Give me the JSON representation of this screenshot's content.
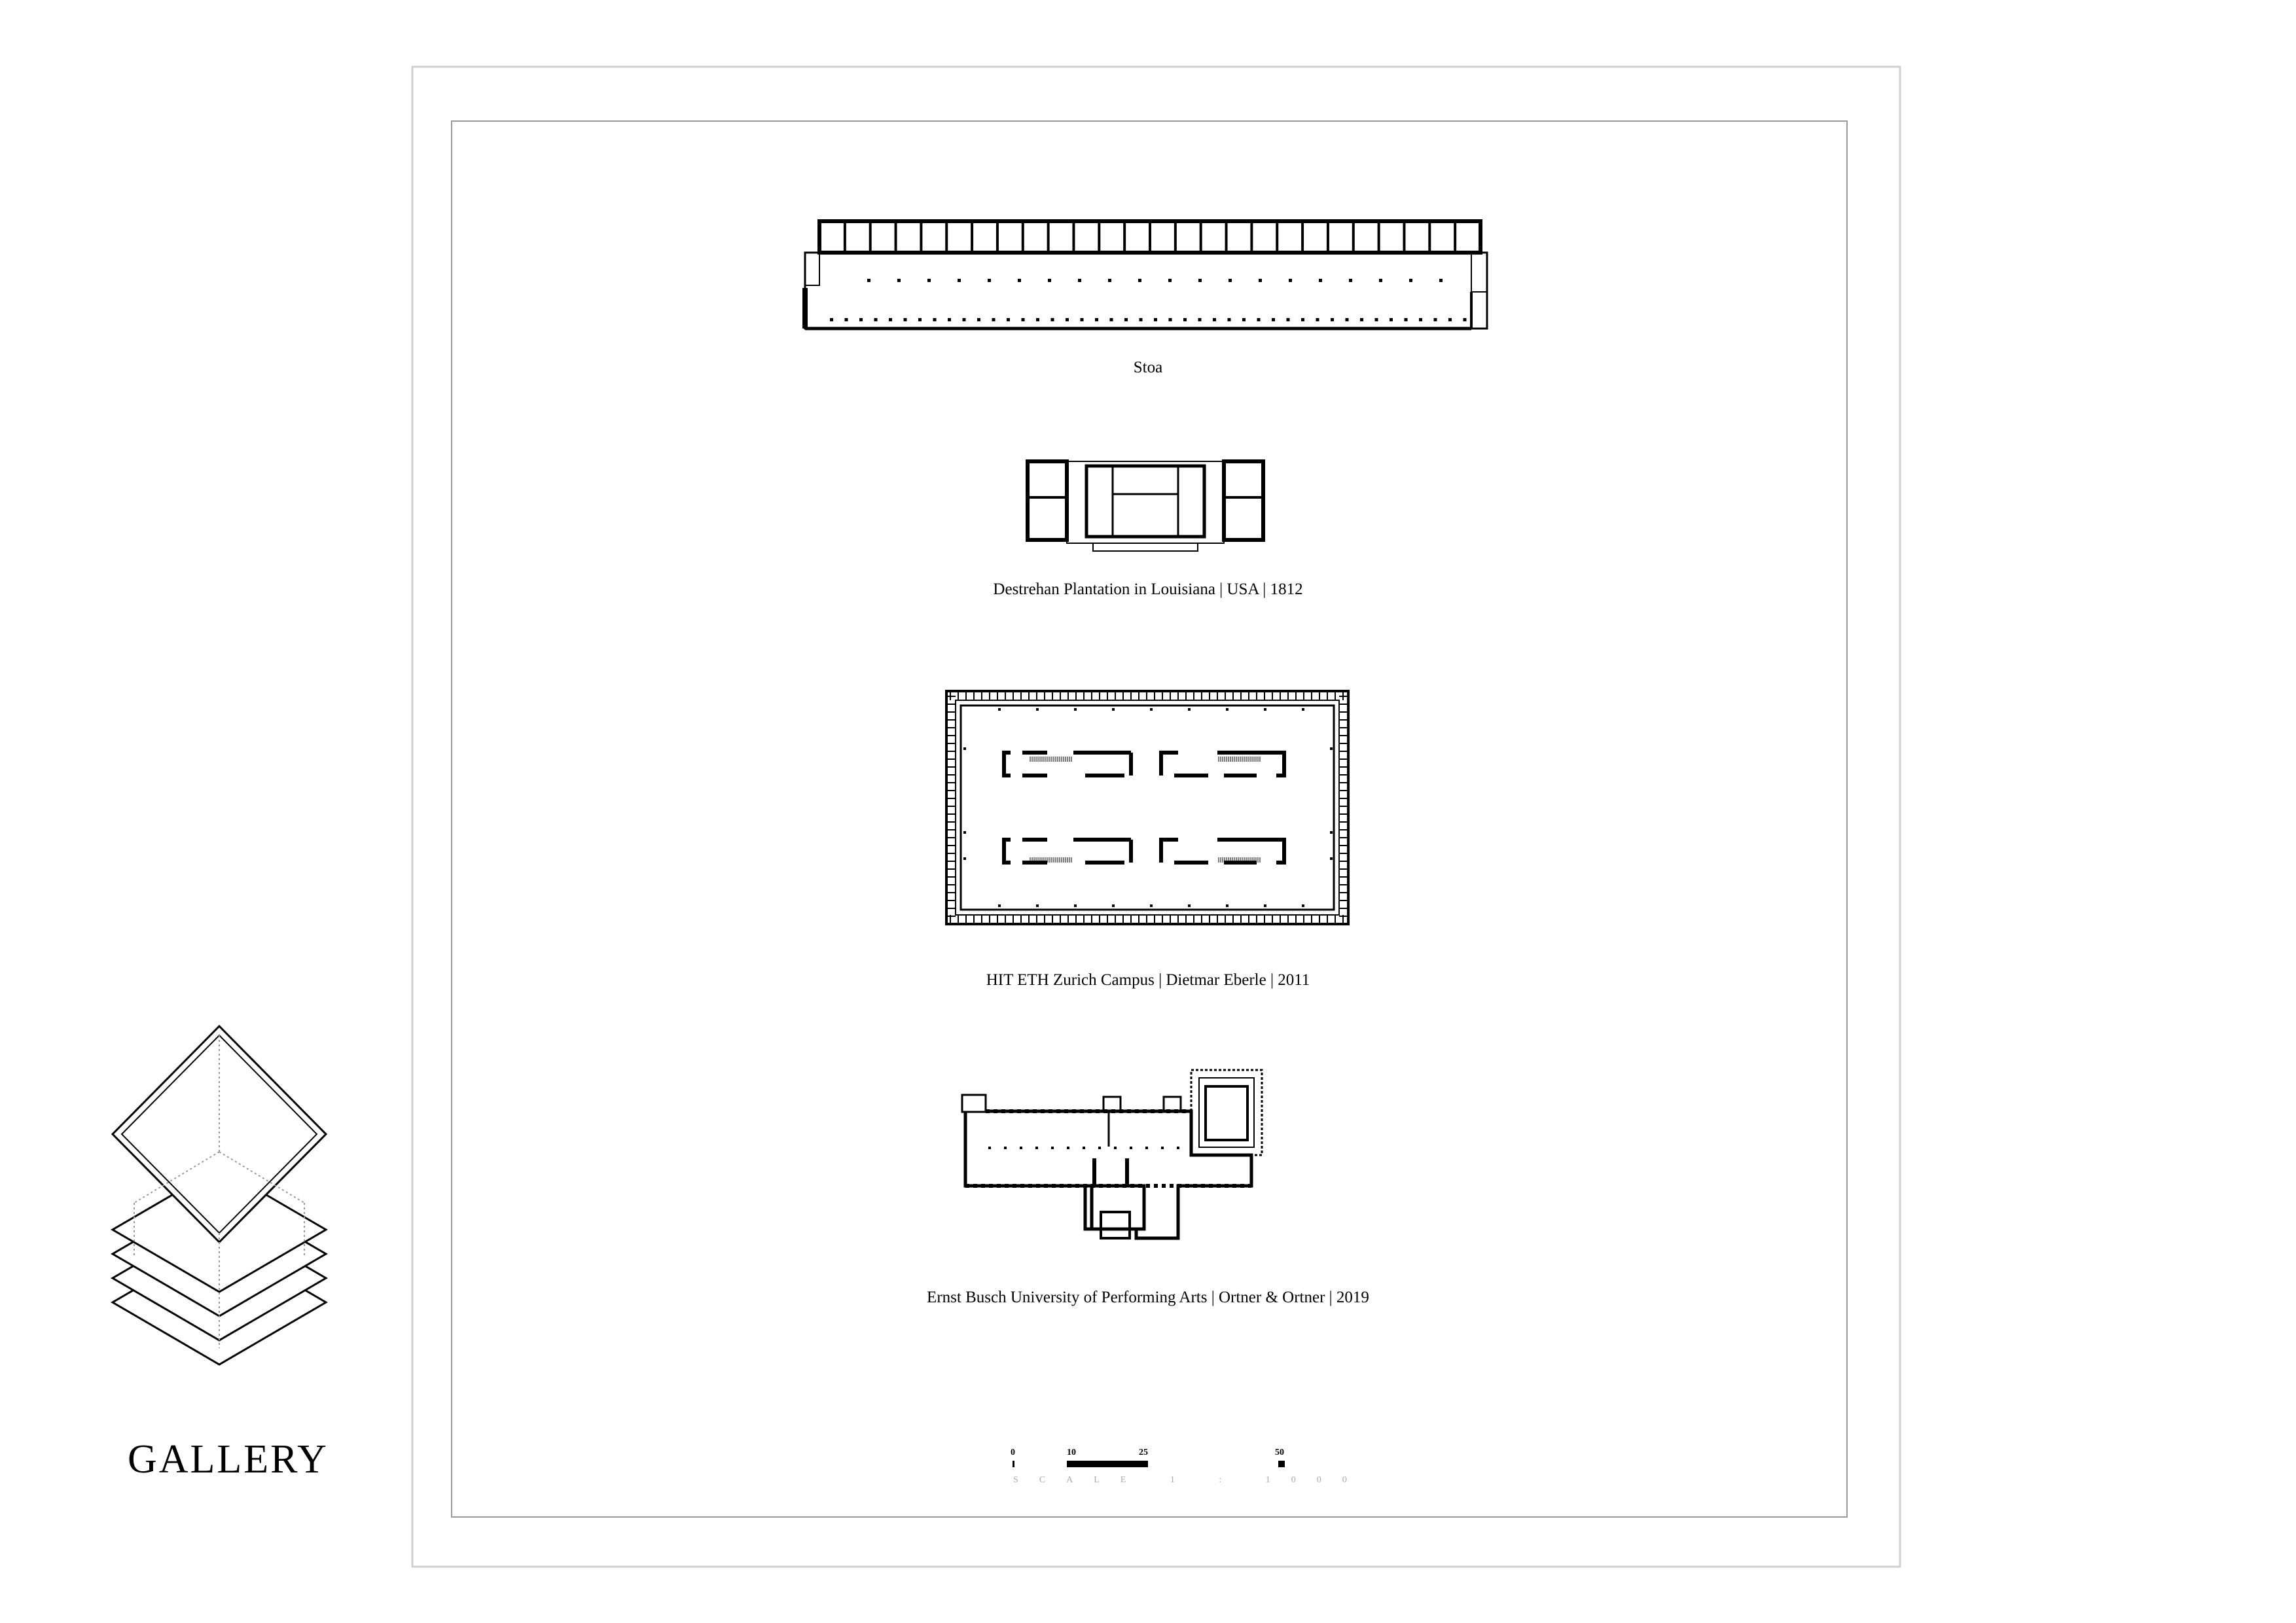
{
  "sheet_title": "GALLERY",
  "plans": [
    {
      "caption": "Stoa"
    },
    {
      "caption": "Destrehan Plantation in Louisiana | USA | 1812"
    },
    {
      "caption": "HIT ETH Zurich Campus | Dietmar Eberle | 2011"
    },
    {
      "caption": "Ernst Busch University of Performing Arts | Ortner & Ortner | 2019"
    }
  ],
  "scale_bar": {
    "ticks": [
      "0",
      "10",
      "25",
      "50"
    ],
    "label": "SCALE 1 : 1000"
  },
  "colors": {
    "ink": "#000000",
    "frame": "#d0d0d0",
    "inner_frame": "#9a9a9a"
  }
}
